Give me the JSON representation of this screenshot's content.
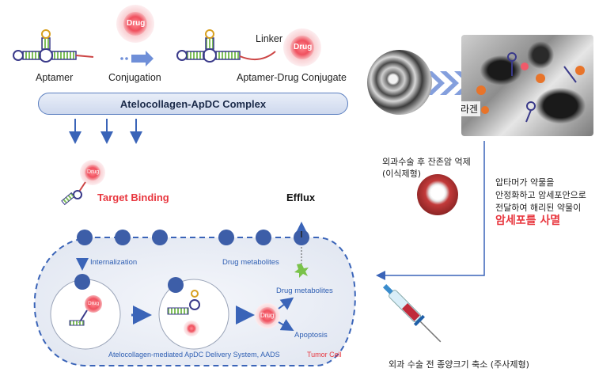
{
  "top": {
    "aptamer_label": "Aptamer",
    "conjugation_label": "Conjugation",
    "linker_label": "Linker",
    "adc_label": "Aptamer-Drug Conjugate",
    "drug_label": "Drug"
  },
  "complex_label": "Atelocollagen-ApDC Complex",
  "right": {
    "collagen_label": "의료용 콜라겐",
    "surgery_caption_1": "외과수술 후 잔존암 억제",
    "surgery_caption_2": "(이식제형)",
    "mechanism_1": "압타머가 약물을",
    "mechanism_2": "안정화하고 암세포안으로",
    "mechanism_3": "전달하여 해리된 약물이",
    "kill_label": "암세포를 사멸",
    "injection_caption": "외과 수술 전 종양크기 축소 (주사제형)"
  },
  "cell": {
    "target_binding": "Target Binding",
    "efflux": "Efflux",
    "internalization": "Internalization",
    "drug_metabolites_top": "Drug metabolites",
    "drug_metabolites": "Drug metabolites",
    "apoptosis": "Apoptosis",
    "aads": "Atelocollagen-mediated ApDC Delivery System, AADS",
    "tumor_cell": "Tumor Cell"
  },
  "colors": {
    "drug": "#f05a6a",
    "blue": "#2f5fb3",
    "red_text": "#e8363e"
  }
}
